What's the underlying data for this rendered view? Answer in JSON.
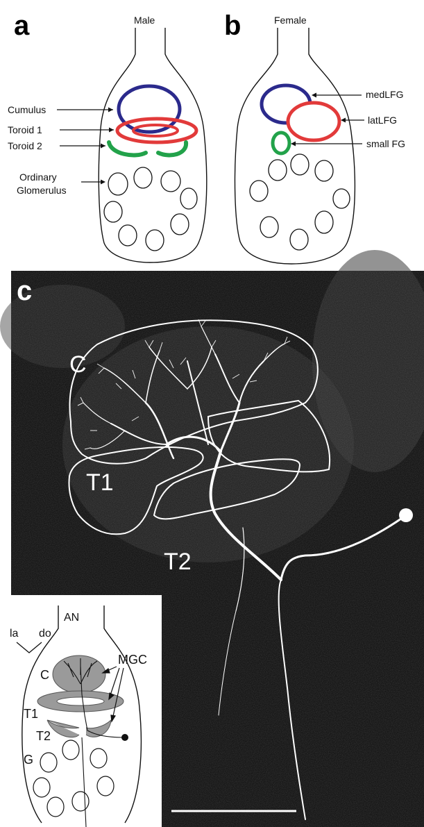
{
  "panels": {
    "a": {
      "letter": "a",
      "title": "Male",
      "labels": {
        "cumulus": "Cumulus",
        "toroid1": "Toroid 1",
        "toroid2": "Toroid 2",
        "ordinary1": "Ordinary",
        "ordinary2": "Glomerulus"
      }
    },
    "b": {
      "letter": "b",
      "title": "Female",
      "labels": {
        "medlfg": "medLFG",
        "latlfg": "latLFG",
        "smallfg": "small FG"
      }
    },
    "c": {
      "letter": "c",
      "labels": {
        "c": "C",
        "t1": "T1",
        "t2": "T2"
      },
      "inset": {
        "an": "AN",
        "la": "la",
        "do": "do",
        "mgc": "MGC",
        "c": "C",
        "t1": "T1",
        "t2": "T2",
        "g": "G"
      }
    }
  },
  "colors": {
    "cumulus": "#2b2a8c",
    "toroid": "#e23a3a",
    "green": "#22a24a",
    "micrograph_bg": "#161616",
    "neuron": "#ffffff",
    "inset_gray": "#9a9a9a"
  }
}
